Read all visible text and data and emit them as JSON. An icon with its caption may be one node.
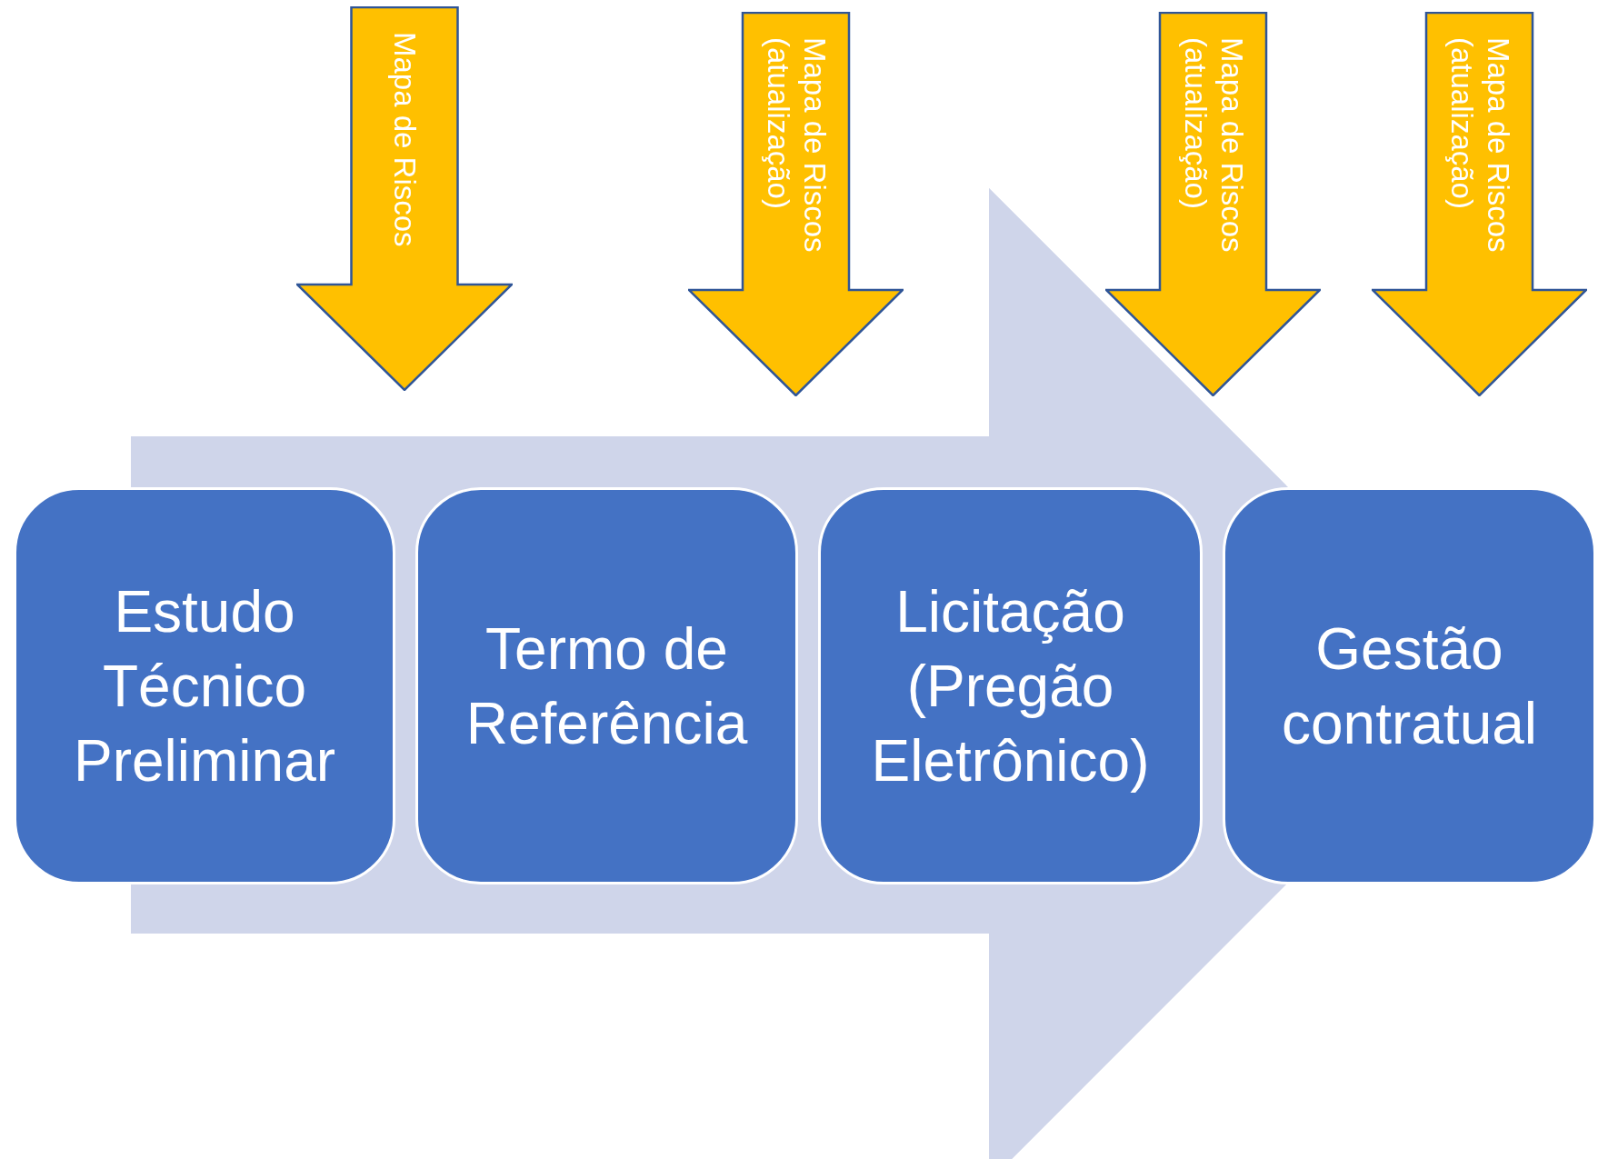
{
  "diagram": {
    "nodes": [
      {
        "text": [
          "Mapa de Riscos"
        ]
      },
      {
        "text": [
          "Mapa de Riscos (atualização)"
        ]
      },
      {
        "text": [
          "Mapa de Riscos (atualização)"
        ]
      },
      {
        "text": [
          "Mapa de Riscos (atualização)"
        ]
      },
      {
        "text": [
          "Estudo Técnico Preliminar"
        ]
      },
      {
        "text": [
          "Termo de Referência"
        ]
      },
      {
        "text": [
          "Licitação (Pregão Eletrônico)"
        ]
      },
      {
        "text": [
          "Gestão contratual"
        ]
      }
    ]
  }
}
